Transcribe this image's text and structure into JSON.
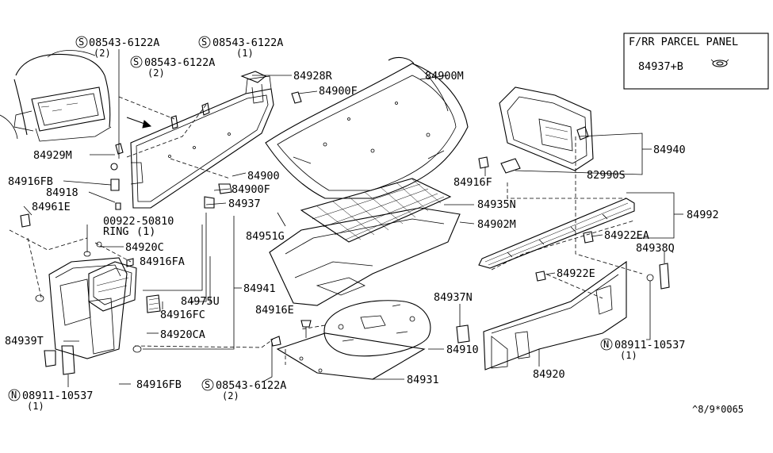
{
  "inset_box": {
    "title": "F/RR PARCEL PANEL",
    "part": "84937+B"
  },
  "callouts": {
    "c_08543_a1": {
      "number": "08543-6122A",
      "qty": "(2)",
      "prefix": "S"
    },
    "c_08543_a2": {
      "number": "08543-6122A",
      "qty": "(1)",
      "prefix": "S"
    },
    "c_08543_a3": {
      "number": "08543-6122A",
      "qty": "(2)",
      "prefix": "S"
    },
    "c_08543_a4": {
      "number": "08543-6122A",
      "qty": "(2)",
      "prefix": "S"
    },
    "c_08911_a": {
      "number": "08911-10537",
      "qty": "(1)",
      "prefix": "N"
    },
    "c_08911_b": {
      "number": "08911-10537",
      "qty": "(1)",
      "prefix": "N"
    },
    "ring": {
      "number": "00922-50810",
      "name": "RING",
      "qty": "(1)"
    }
  },
  "labels": {
    "p84928R": "84928R",
    "p84900F_a": "84900F",
    "p84900M": "84900M",
    "p84929M": "84929M",
    "p84900": "84900",
    "p84900F_b": "84900F",
    "p84916FB_a": "84916FB",
    "p84918": "84918",
    "p84961E": "84961E",
    "p84937": "84937",
    "p84920C": "84920C",
    "p84916FA": "84916FA",
    "p84941": "84941",
    "p84975U": "84975U",
    "p84916FC": "84916FC",
    "p84920CA": "84920CA",
    "p84939T": "84939T",
    "p84916FB_b": "84916FB",
    "p84935N": "84935N",
    "p84902M": "84902M",
    "p84951G": "84951G",
    "p84916E": "84916E",
    "p84910": "84910",
    "p84931": "84931",
    "p84937N": "84937N",
    "p84940": "84940",
    "p84916F": "84916F",
    "p82990S": "82990S",
    "p84992": "84992",
    "p84922EA": "84922EA",
    "p84938Q": "84938Q",
    "p84922E": "84922E",
    "p84920": "84920"
  },
  "reference": "^8/9*0065"
}
